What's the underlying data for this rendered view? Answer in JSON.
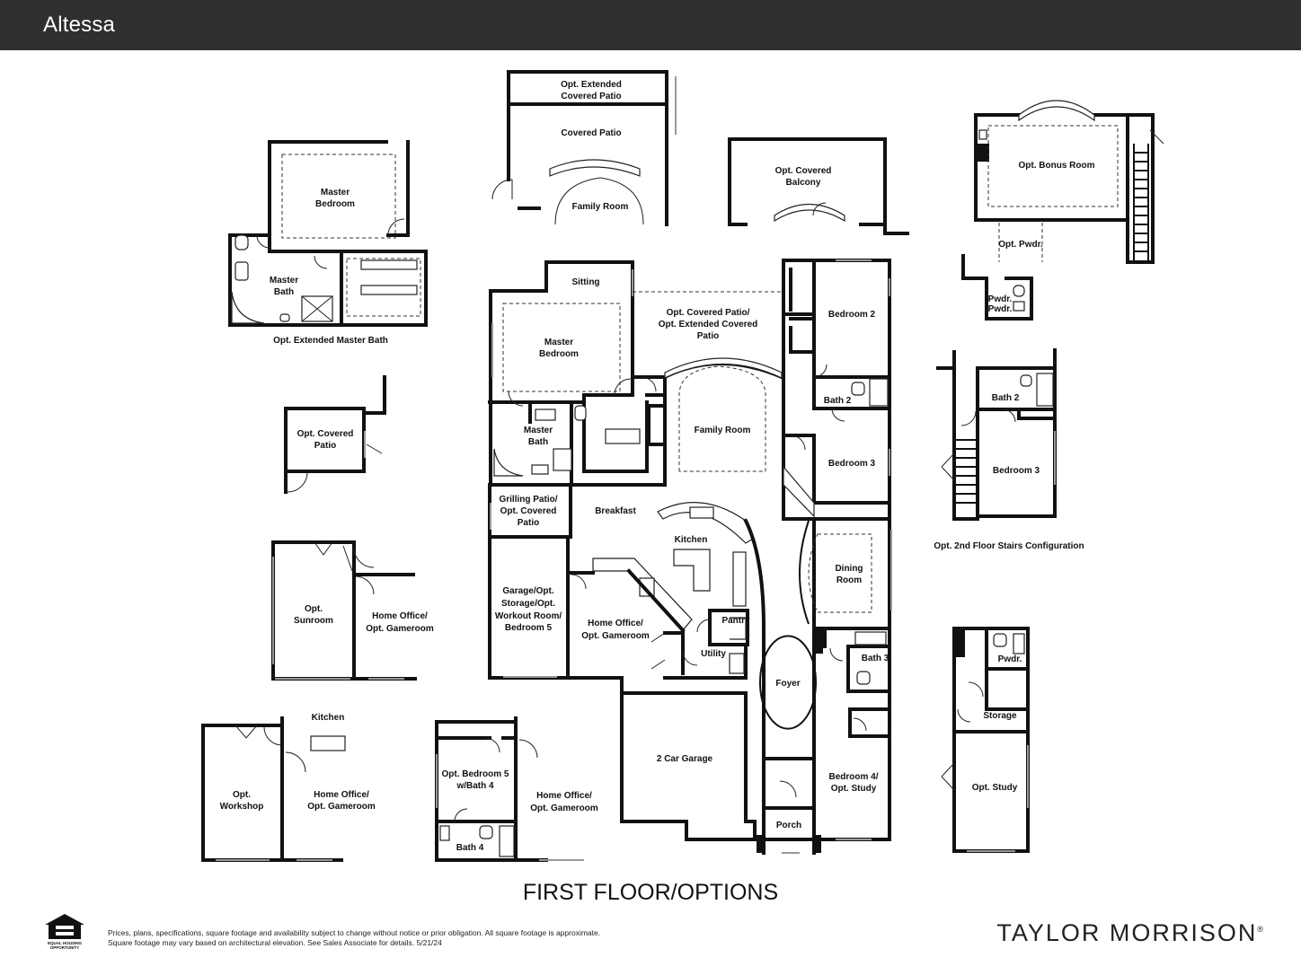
{
  "header": {
    "title": "Altessa"
  },
  "plan_title": "FIRST FLOOR/OPTIONS",
  "disclaimer": {
    "line1": "Prices, plans, specifications, square footage and availability subject to change without notice or prior obligation. All square footage is approximate.",
    "line2": "Square footage may vary based on architectural elevation.  See Sales Associate for details. 5/21/24"
  },
  "brand": "TAYLOR MORRISON",
  "brand_mark": "®",
  "equal_housing": {
    "line1": "EQUAL HOUSING",
    "line2": "OPPORTUNITY"
  },
  "rooms": {
    "opt_ext_covered_patio_top_1": "Opt. Extended",
    "opt_ext_covered_patio_top_2": "Covered Patio",
    "covered_patio_top": "Covered Patio",
    "family_room_top": "Family Room",
    "opt_covered_balcony_1": "Opt. Covered",
    "opt_covered_balcony_2": "Balcony",
    "opt_bonus_room": "Opt. Bonus Room",
    "opt_pwdr_upper": "Opt. Pwdr.",
    "pwdr_small_1": "Pwdr.",
    "pwdr_small_2": "Pwdr.",
    "master_bedroom_opt_1": "Master",
    "master_bedroom_opt_2": "Bedroom",
    "master_bath_opt_1": "Master",
    "master_bath_opt_2": "Bath",
    "opt_extended_master_bath": "Opt. Extended Master Bath",
    "opt_covered_patio_left_1": "Opt. Covered",
    "opt_covered_patio_left_2": "Patio",
    "sitting": "Sitting",
    "master_bedroom_1": "Master",
    "master_bedroom_2": "Bedroom",
    "opt_covered_patio_main_1": "Opt. Covered Patio/",
    "opt_covered_patio_main_2": "Opt. Extended Covered",
    "opt_covered_patio_main_3": "Patio",
    "family_room_main": "Family Room",
    "master_bath_1": "Master",
    "master_bath_2": "Bath",
    "bedroom_2": "Bedroom 2",
    "bath_2": "Bath 2",
    "bedroom_3": "Bedroom 3",
    "grilling_patio_1": "Grilling Patio/",
    "grilling_patio_2": "Opt. Covered",
    "grilling_patio_3": "Patio",
    "breakfast": "Breakfast",
    "kitchen_main": "Kitchen",
    "dining_room_1": "Dining",
    "dining_room_2": "Room",
    "garage_storage_1": "Garage/Opt.",
    "garage_storage_2": "Storage/Opt.",
    "garage_storage_3": "Workout Room/",
    "garage_storage_4": "Bedroom 5",
    "home_office_main_1": "Home Office/",
    "home_office_main_2": "Opt. Gameroom",
    "pantry": "Pantry",
    "utility": "Utility",
    "foyer": "Foyer",
    "bath_3": "Bath 3",
    "two_car_garage": "2 Car Garage",
    "bedroom_4_1": "Bedroom 4/",
    "bedroom_4_2": "Opt. Study",
    "porch": "Porch",
    "opt_sunroom_1": "Opt.",
    "opt_sunroom_2": "Sunroom",
    "home_office_sunroom_1": "Home Office/",
    "home_office_sunroom_2": "Opt. Gameroom",
    "kitchen_ws": "Kitchen",
    "opt_workshop_1": "Opt.",
    "opt_workshop_2": "Workshop",
    "home_office_ws_1": "Home Office/",
    "home_office_ws_2": "Opt. Gameroom",
    "opt_bedroom_5_1": "Opt. Bedroom 5",
    "opt_bedroom_5_2": "w/Bath 4",
    "bath_4": "Bath 4",
    "home_office_b5_1": "Home Office/",
    "home_office_b5_2": "Opt. Gameroom",
    "bath_2_alt": "Bath 2",
    "bedroom_3_alt": "Bedroom 3",
    "opt_2nd_floor_stairs": "Opt. 2nd Floor Stairs Configuration",
    "pwdr_study": "Pwdr.",
    "storage": "Storage",
    "opt_study": "Opt. Study"
  }
}
